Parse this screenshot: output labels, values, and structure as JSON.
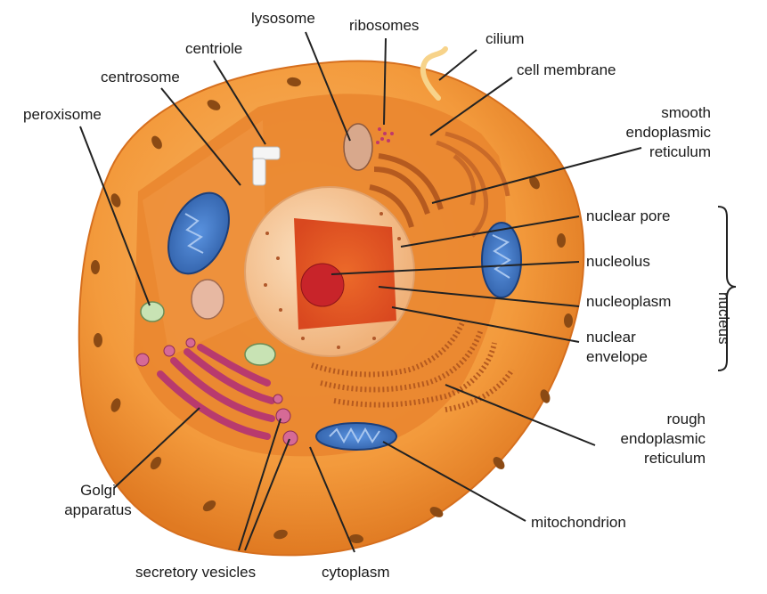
{
  "labels": {
    "lysosome": "lysosome",
    "ribosomes": "ribosomes",
    "cilium": "cilium",
    "centriole": "centriole",
    "centrosome": "centrosome",
    "cell_membrane": "cell membrane",
    "peroxisome": "peroxisome",
    "smooth_er_1": "smooth",
    "smooth_er_2": "endoplasmic",
    "smooth_er_3": "reticulum",
    "nuclear_pore": "nuclear pore",
    "nucleolus": "nucleolus",
    "nucleoplasm": "nucleoplasm",
    "nuclear_envelope_1": "nuclear",
    "nuclear_envelope_2": "envelope",
    "nucleus": "nucleus",
    "rough_er_1": "rough",
    "rough_er_2": "endoplasmic",
    "rough_er_3": "reticulum",
    "golgi_1": "Golgi",
    "golgi_2": "apparatus",
    "mitochondrion": "mitochondrion",
    "secretory_vesicles": "secretory vesicles",
    "cytoplasm": "cytoplasm"
  },
  "colors": {
    "cell_outer": "#f39a3c",
    "cell_inner": "#e9852e",
    "cytoplasm": "#f4a24a",
    "nucleus_outer": "#f6c492",
    "nucleoplasm": "#e2592a",
    "nucleolus": "#c8242a",
    "mitochondrion": "#3d73c4",
    "golgi": "#b83a6e",
    "line": "#222222"
  }
}
